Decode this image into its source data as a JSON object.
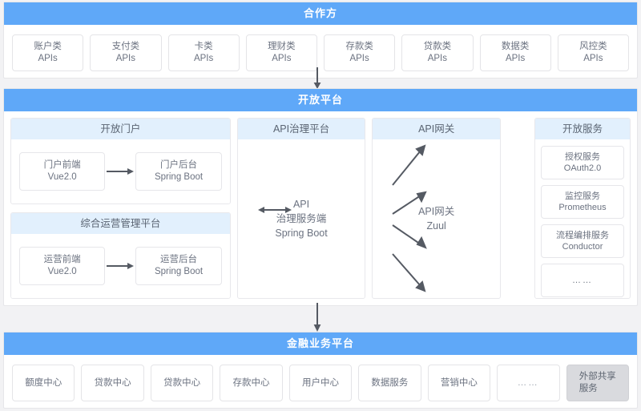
{
  "sections": {
    "partners": {
      "title": "合作方",
      "apis": [
        {
          "cn": "账户类",
          "en": "APIs"
        },
        {
          "cn": "支付类",
          "en": "APIs"
        },
        {
          "cn": "卡类",
          "en": "APIs"
        },
        {
          "cn": "理财类",
          "en": "APIs"
        },
        {
          "cn": "存款类",
          "en": "APIs"
        },
        {
          "cn": "贷款类",
          "en": "APIs"
        },
        {
          "cn": "数据类",
          "en": "APIs"
        },
        {
          "cn": "风控类",
          "en": "APIs"
        }
      ]
    },
    "platform": {
      "title": "开放平台",
      "open_portal": {
        "title": "开放门户",
        "front": {
          "cn": "门户前端",
          "en": "Vue2.0"
        },
        "back": {
          "cn": "门户后台",
          "en": "Spring Boot"
        }
      },
      "ops_platform": {
        "title": "综合运营管理平台",
        "front": {
          "cn": "运营前端",
          "en": "Vue2.0"
        },
        "back": {
          "cn": "运营后台",
          "en": "Spring Boot"
        }
      },
      "api_governance": {
        "title": "API治理平台",
        "line1": "API",
        "line2": "治理服务端",
        "line3": "Spring Boot"
      },
      "api_gateway": {
        "title": "API网关",
        "line1": "API网关",
        "line2": "Zuul"
      },
      "open_services": {
        "title": "开放服务",
        "items": [
          {
            "cn": "授权服务",
            "en": "OAuth2.0"
          },
          {
            "cn": "监控服务",
            "en": "Prometheus"
          },
          {
            "cn": "流程编排服务",
            "en": "Conductor"
          },
          {
            "cn": "……",
            "en": ""
          }
        ]
      }
    },
    "finance": {
      "title": "金融业务平台",
      "centers": [
        {
          "label": "额度中心",
          "shared": false
        },
        {
          "label": "贷款中心",
          "shared": false
        },
        {
          "label": "贷款中心",
          "shared": false
        },
        {
          "label": "存款中心",
          "shared": false
        },
        {
          "label": "用户中心",
          "shared": false
        },
        {
          "label": "数据服务",
          "shared": false
        },
        {
          "label": "营销中心",
          "shared": false
        },
        {
          "label": "……",
          "shared": false
        },
        {
          "label": "外部共享服务",
          "shared": true
        }
      ]
    }
  },
  "colors": {
    "band_blue": "#5fa8f8",
    "panel_head_blue": "#e2f0fd",
    "page_bg": "#f2f2f4",
    "box_border": "#e6e6ea",
    "text": "#6b7280",
    "arrow": "#555a63",
    "shared_bg": "#d9dade"
  },
  "icons": {
    "down_arrow": "down-arrow-icon",
    "right_arrow": "right-arrow-icon",
    "bidirectional_arrow": "bidirectional-arrow-icon",
    "fan_arrows": "fan-out-arrows-icon"
  }
}
